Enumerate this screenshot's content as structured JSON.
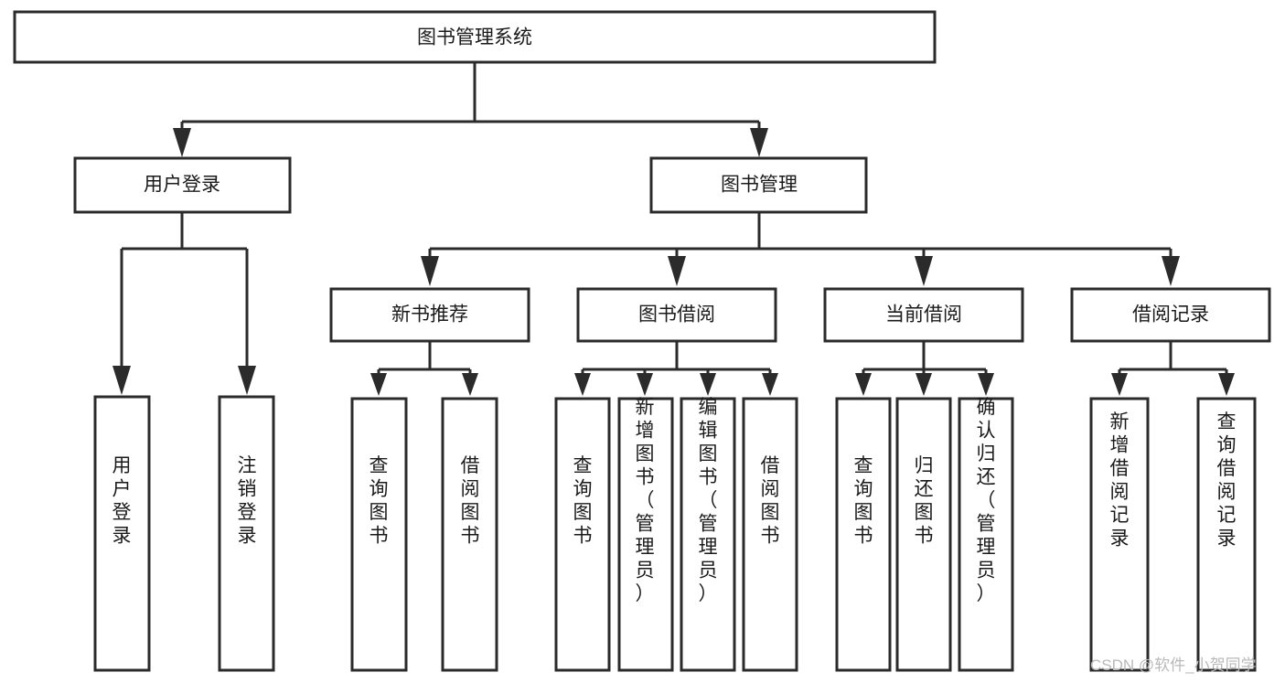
{
  "diagram": {
    "title": "图书管理系统",
    "type": "hierarchy-tree",
    "root": {
      "id": "root",
      "label": "图书管理系统",
      "orientation": "horizontal"
    },
    "level2": [
      {
        "id": "user-login",
        "label": "用户登录",
        "orientation": "horizontal"
      },
      {
        "id": "book-management",
        "label": "图书管理",
        "orientation": "horizontal"
      }
    ],
    "level3": [
      {
        "id": "new-book-recommend",
        "label": "新书推荐",
        "orientation": "horizontal",
        "parent": "book-management"
      },
      {
        "id": "book-borrow",
        "label": "图书借阅",
        "orientation": "horizontal",
        "parent": "book-management"
      },
      {
        "id": "current-borrow",
        "label": "当前借阅",
        "orientation": "horizontal",
        "parent": "book-management"
      },
      {
        "id": "borrow-record",
        "label": "借阅记录",
        "orientation": "horizontal",
        "parent": "book-management"
      }
    ],
    "leaves": [
      {
        "id": "leaf-user-login",
        "label": "用户登录",
        "parent": "user-login",
        "orientation": "vertical"
      },
      {
        "id": "leaf-user-logout",
        "label": "注销登录",
        "parent": "user-login",
        "orientation": "vertical"
      },
      {
        "id": "leaf-query-book-1",
        "label": "查询图书",
        "parent": "new-book-recommend",
        "orientation": "vertical"
      },
      {
        "id": "leaf-borrow-book-1",
        "label": "借阅图书",
        "parent": "new-book-recommend",
        "orientation": "vertical"
      },
      {
        "id": "leaf-query-book-2",
        "label": "查询图书",
        "parent": "book-borrow",
        "orientation": "vertical"
      },
      {
        "id": "leaf-add-book",
        "label": "新增图书（管理员）",
        "parent": "book-borrow",
        "orientation": "vertical"
      },
      {
        "id": "leaf-edit-book",
        "label": "编辑图书（管理员）",
        "parent": "book-borrow",
        "orientation": "vertical"
      },
      {
        "id": "leaf-borrow-book-2",
        "label": "借阅图书",
        "parent": "book-borrow",
        "orientation": "vertical"
      },
      {
        "id": "leaf-query-book-3",
        "label": "查询图书",
        "parent": "current-borrow",
        "orientation": "vertical"
      },
      {
        "id": "leaf-return-book",
        "label": "归还图书",
        "parent": "current-borrow",
        "orientation": "vertical"
      },
      {
        "id": "leaf-confirm-return",
        "label": "确认归还（管理员）",
        "parent": "current-borrow",
        "orientation": "vertical"
      },
      {
        "id": "leaf-add-record",
        "label": "新增借阅记录",
        "parent": "borrow-record",
        "orientation": "vertical"
      },
      {
        "id": "leaf-query-record",
        "label": "查询借阅记录",
        "parent": "borrow-record",
        "orientation": "vertical"
      }
    ],
    "watermark": "CSDN @软件_小贺同学",
    "colors": {
      "stroke": "#2b2b2b",
      "fill": "#ffffff",
      "text": "#1a1a1a",
      "watermark": "#b9b9b9",
      "background": "#ffffff"
    }
  }
}
